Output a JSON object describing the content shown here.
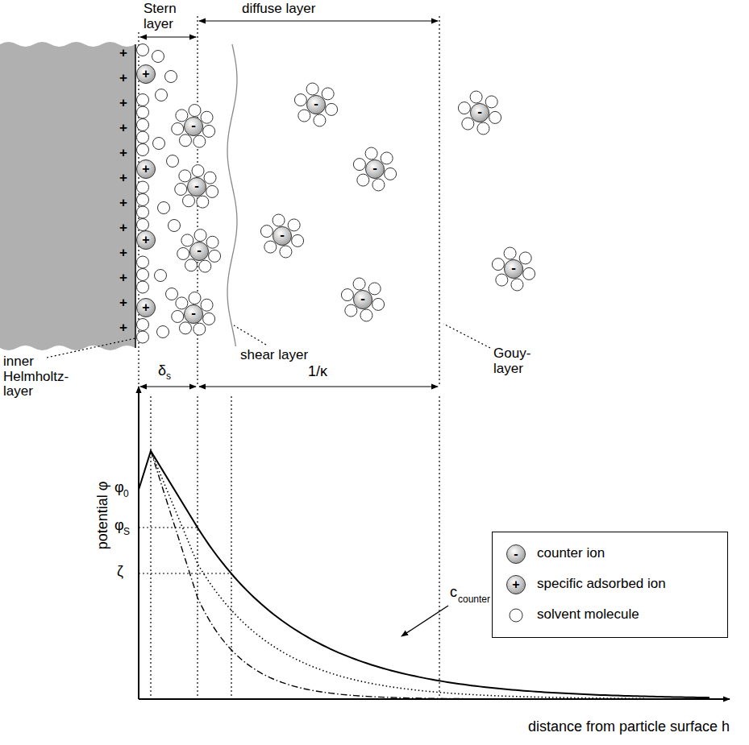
{
  "diagram": {
    "labels": [
      "Stern layer",
      "diffuse layer",
      "inner Helmholtz- layer",
      "shear layer",
      "Gouy- layer",
      "δ",
      "s",
      "1/κ",
      "potential φ",
      "φ",
      "0",
      "φ",
      "S",
      "ζ",
      "c",
      "counter",
      "↑",
      "distance from particle surface h",
      "+",
      "+",
      "+",
      "+",
      "+",
      "+",
      "+",
      "+",
      "+",
      "+",
      "+",
      "+",
      "+",
      "+",
      "+",
      "+",
      "-",
      "-",
      "-",
      "-",
      "-",
      "-",
      "-",
      "-",
      "-",
      "-",
      "-",
      "+"
    ],
    "legend": [
      {
        "text": "counter ion"
      },
      {
        "text": "specific adsorbed ion"
      },
      {
        "text": "solvent molecule"
      }
    ]
  }
}
